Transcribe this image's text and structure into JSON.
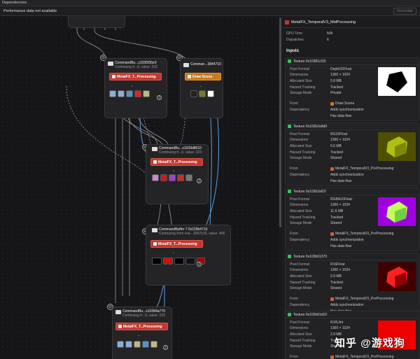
{
  "window": {
    "title": "Dependencies"
  },
  "toolbar": {
    "perf_message": "Performance data not available",
    "generate_label": "Generate"
  },
  "graph": {
    "cb1": {
      "title": "CommandBu...x1035f36e0",
      "sub": "Continuing fr...0, value: 222",
      "pass": "MetalFX_T...Processing"
    },
    "cb2": {
      "title": "Comman...3844710",
      "pass": "Draw Scene"
    },
    "cb3": {
      "title": "CommandBu...x1039d8610",
      "sub": "Continuing fr...0, value: 223",
      "pass": "MetalFX_T...Processing"
    },
    "cb4": {
      "title": "CommandBuffer 7 0x109b4710",
      "sub": "Continuing from eve...3097b10, value: 446",
      "pass": "MetalFX_T...Processing"
    },
    "cb5": {
      "title": "CommandBu...x10384a770",
      "sub": "Continuing fr...0, value: 223",
      "pass": "MetalFX_T...Processing"
    },
    "badges": {
      "b1": "3",
      "b2": "2",
      "b3": "2",
      "b4": "3"
    }
  },
  "inspector": {
    "header": "MetalFX_TemporalV3_MidProcessing",
    "gpu_time_label": "GPU Time",
    "gpu_time_value": "N/A",
    "dispatches_label": "Dispatches",
    "dispatches_value": "6",
    "inputs_label": "Inputs",
    "labels": {
      "pixel_format": "Pixel Format",
      "dimensions": "Dimensions",
      "allocated_size": "Allocated Size",
      "hazard_tracking": "Hazard Tracking",
      "storage_mode": "Storage Mode",
      "from": "From",
      "dependency": "Dependency"
    },
    "textures": [
      {
        "name": "Texture 0x10381cf10",
        "pixel_format": "Depth32Float",
        "dimensions": "1366 × 1024",
        "allocated_size": "5.8 MB",
        "hazard_tracking": "Tracked",
        "storage_mode": "Private",
        "from": "Draw Scene",
        "dep1": "Adds synchronization",
        "dep2": "Has data flow",
        "preview_color": "#ffffff"
      },
      {
        "name": "Texture 0x102b2a9d0",
        "pixel_format": "RG16Float",
        "dimensions": "1366 × 1024",
        "allocated_size": "5.6 MB",
        "hazard_tracking": "Tracked",
        "storage_mode": "Shared",
        "from": "MetalFX_TemporalV3_PreProcessing",
        "dep1": "Adds synchronization",
        "dep2": "Has data flow",
        "preview_color": "#4f4f00"
      },
      {
        "name": "Texture 0x102b2af10",
        "pixel_format": "RGBA16Float",
        "dimensions": "1366 × 1024",
        "allocated_size": "11.6 MB",
        "hazard_tracking": "Tracked",
        "storage_mode": "Shared",
        "from": "MetalFX_TemporalV3_PreProcessing",
        "dep1": "Adds synchronization",
        "dep2": "Has data flow",
        "preview_color": "#a000e0"
      },
      {
        "name": "Texture 0x102b61370",
        "pixel_format": "R16Float",
        "dimensions": "1366 × 1024",
        "allocated_size": "2.9 MB",
        "hazard_tracking": "Tracked",
        "storage_mode": "Shared",
        "from": "MetalFX_TemporalV3_PreProcessing",
        "dep1": "Adds synchronization",
        "dep2": "Has data flow",
        "preview_color": "#400000"
      },
      {
        "name": "Texture 0x102b61d10",
        "pixel_format": "R16Uint",
        "dimensions": "1366 × 1024",
        "allocated_size": "2.9 MB",
        "hazard_tracking": "Tracked",
        "storage_mode": "Shared",
        "from": "MetalFX_TemporalV3_PreProcessing",
        "preview_color": "#ee0000"
      }
    ]
  },
  "watermark": "知乎 @游戏狗"
}
